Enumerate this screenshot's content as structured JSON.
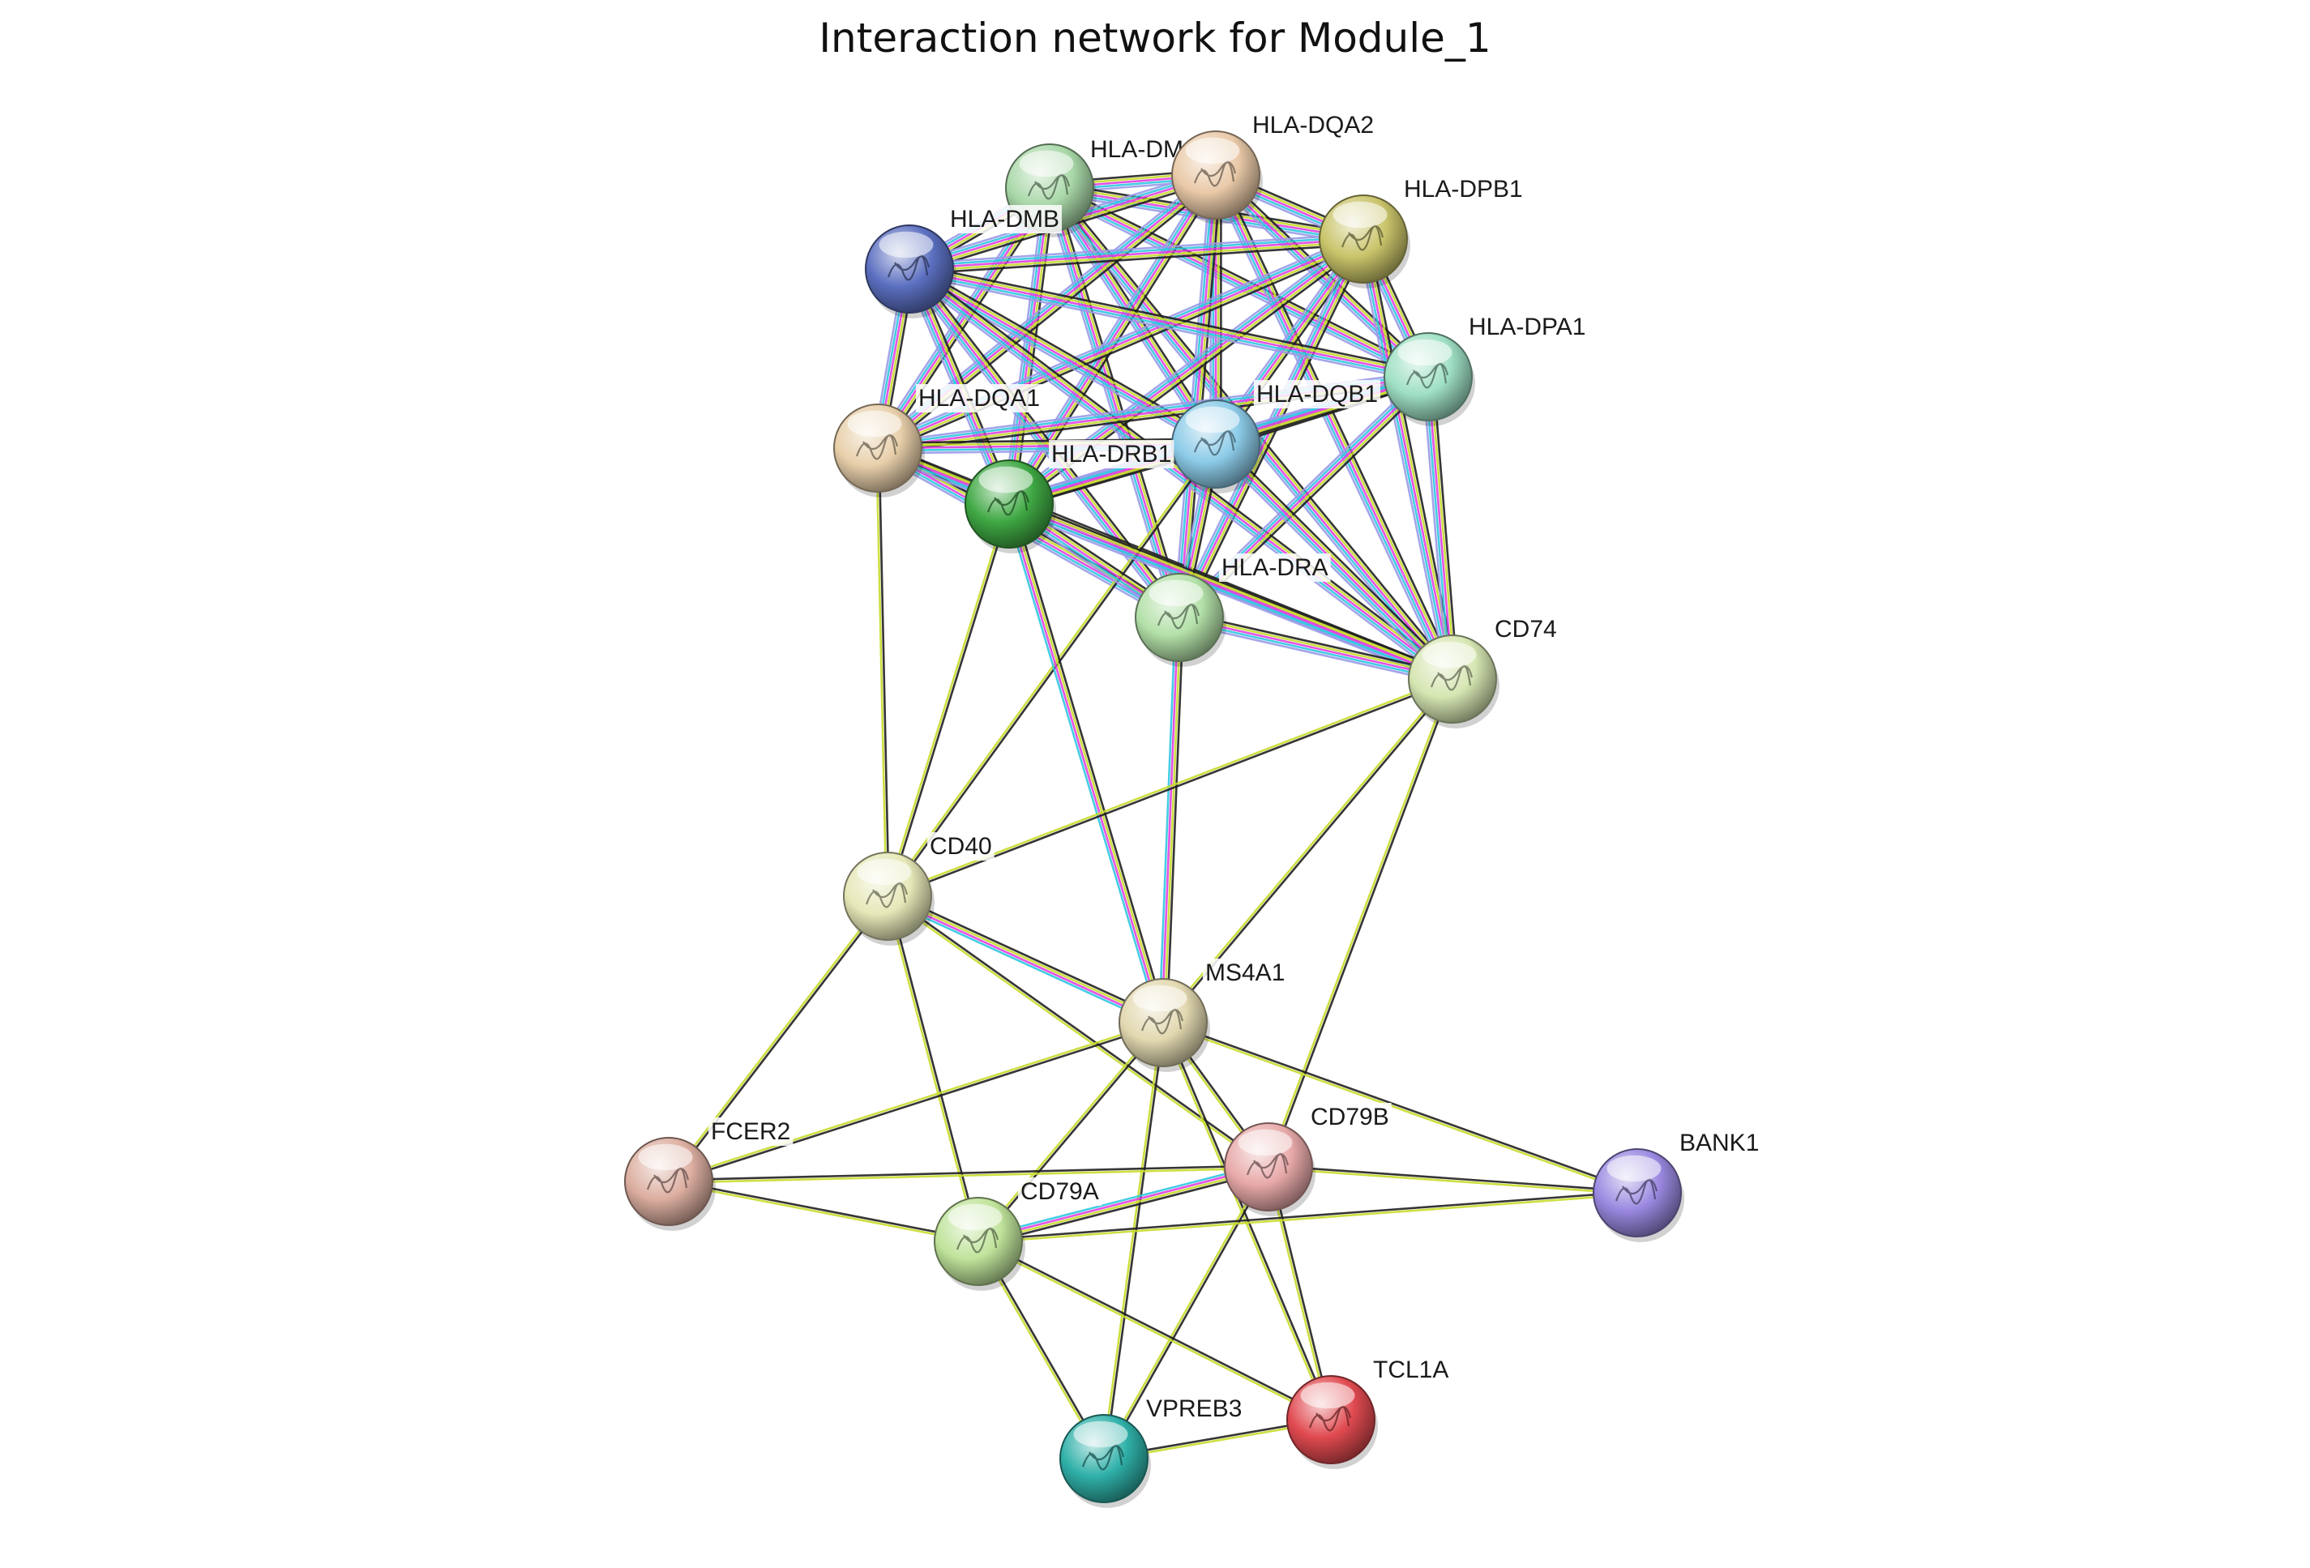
{
  "title": "Interaction network for Module_1",
  "nodes": [
    {
      "id": "HLA-DMA",
      "label": "HLA-DMA",
      "color": "#a9d8a8"
    },
    {
      "id": "HLA-DQA2",
      "label": "HLA-DQA2",
      "color": "#e9c9a8"
    },
    {
      "id": "HLA-DPB1",
      "label": "HLA-DPB1",
      "color": "#c9c46a"
    },
    {
      "id": "HLA-DMB",
      "label": "HLA-DMB",
      "color": "#5b6fc0"
    },
    {
      "id": "HLA-DPA1",
      "label": "HLA-DPA1",
      "color": "#9fe0c4"
    },
    {
      "id": "HLA-DQA1",
      "label": "HLA-DQA1",
      "color": "#e8cfaa"
    },
    {
      "id": "HLA-DQB1",
      "label": "HLA-DQB1",
      "color": "#8ccbe8"
    },
    {
      "id": "HLA-DRB1",
      "label": "HLA-DRB1",
      "color": "#3fa843"
    },
    {
      "id": "HLA-DRA",
      "label": "HLA-DRA",
      "color": "#b3e0a8"
    },
    {
      "id": "CD74",
      "label": "CD74",
      "color": "#d6e6b2"
    },
    {
      "id": "CD40",
      "label": "CD40",
      "color": "#e6e8b8"
    },
    {
      "id": "MS4A1",
      "label": "MS4A1",
      "color": "#e2d8b0"
    },
    {
      "id": "FCER2",
      "label": "FCER2",
      "color": "#dcaea0"
    },
    {
      "id": "CD79B",
      "label": "CD79B",
      "color": "#e8a9a9"
    },
    {
      "id": "BANK1",
      "label": "BANK1",
      "color": "#9a88e0"
    },
    {
      "id": "CD79A",
      "label": "CD79A",
      "color": "#bfe39a"
    },
    {
      "id": "TCL1A",
      "label": "TCL1A",
      "color": "#e04a50"
    },
    {
      "id": "VPREB3",
      "label": "VPREB3",
      "color": "#2fb0a8"
    }
  ],
  "edges": [
    [
      "HLA-DMA",
      "HLA-DQA2"
    ],
    [
      "HLA-DMA",
      "HLA-DPB1"
    ],
    [
      "HLA-DMA",
      "HLA-DMB"
    ],
    [
      "HLA-DMA",
      "HLA-DPA1"
    ],
    [
      "HLA-DMA",
      "HLA-DQA1"
    ],
    [
      "HLA-DMA",
      "HLA-DQB1"
    ],
    [
      "HLA-DMA",
      "HLA-DRB1"
    ],
    [
      "HLA-DMA",
      "HLA-DRA"
    ],
    [
      "HLA-DMA",
      "CD74"
    ],
    [
      "HLA-DQA2",
      "HLA-DPB1"
    ],
    [
      "HLA-DQA2",
      "HLA-DMB"
    ],
    [
      "HLA-DQA2",
      "HLA-DPA1"
    ],
    [
      "HLA-DQA2",
      "HLA-DQA1"
    ],
    [
      "HLA-DQA2",
      "HLA-DQB1"
    ],
    [
      "HLA-DQA2",
      "HLA-DRB1"
    ],
    [
      "HLA-DQA2",
      "HLA-DRA"
    ],
    [
      "HLA-DQA2",
      "CD74"
    ],
    [
      "HLA-DPB1",
      "HLA-DMB"
    ],
    [
      "HLA-DPB1",
      "HLA-DPA1"
    ],
    [
      "HLA-DPB1",
      "HLA-DQA1"
    ],
    [
      "HLA-DPB1",
      "HLA-DQB1"
    ],
    [
      "HLA-DPB1",
      "HLA-DRB1"
    ],
    [
      "HLA-DPB1",
      "HLA-DRA"
    ],
    [
      "HLA-DPB1",
      "CD74"
    ],
    [
      "HLA-DMB",
      "HLA-DPA1"
    ],
    [
      "HLA-DMB",
      "HLA-DQA1"
    ],
    [
      "HLA-DMB",
      "HLA-DQB1"
    ],
    [
      "HLA-DMB",
      "HLA-DRB1"
    ],
    [
      "HLA-DMB",
      "HLA-DRA"
    ],
    [
      "HLA-DMB",
      "CD74"
    ],
    [
      "HLA-DPA1",
      "HLA-DQA1"
    ],
    [
      "HLA-DPA1",
      "HLA-DQB1"
    ],
    [
      "HLA-DPA1",
      "HLA-DRB1"
    ],
    [
      "HLA-DPA1",
      "HLA-DRA"
    ],
    [
      "HLA-DPA1",
      "CD74"
    ],
    [
      "HLA-DQA1",
      "HLA-DQB1"
    ],
    [
      "HLA-DQA1",
      "HLA-DRB1"
    ],
    [
      "HLA-DQA1",
      "HLA-DRA"
    ],
    [
      "HLA-DQA1",
      "CD74"
    ],
    [
      "HLA-DQA1",
      "CD40"
    ],
    [
      "HLA-DQB1",
      "HLA-DRB1"
    ],
    [
      "HLA-DQB1",
      "HLA-DRA"
    ],
    [
      "HLA-DQB1",
      "CD74"
    ],
    [
      "HLA-DQB1",
      "CD40"
    ],
    [
      "HLA-DRB1",
      "HLA-DRA"
    ],
    [
      "HLA-DRB1",
      "CD74"
    ],
    [
      "HLA-DRB1",
      "CD40"
    ],
    [
      "HLA-DRB1",
      "MS4A1"
    ],
    [
      "HLA-DRA",
      "CD74"
    ],
    [
      "HLA-DRA",
      "MS4A1"
    ],
    [
      "CD74",
      "CD40"
    ],
    [
      "CD74",
      "MS4A1"
    ],
    [
      "CD74",
      "CD79B"
    ],
    [
      "CD40",
      "MS4A1"
    ],
    [
      "CD40",
      "FCER2"
    ],
    [
      "CD40",
      "CD79A"
    ],
    [
      "CD40",
      "CD79B"
    ],
    [
      "MS4A1",
      "FCER2"
    ],
    [
      "MS4A1",
      "CD79A"
    ],
    [
      "MS4A1",
      "CD79B"
    ],
    [
      "MS4A1",
      "BANK1"
    ],
    [
      "MS4A1",
      "TCL1A"
    ],
    [
      "MS4A1",
      "VPREB3"
    ],
    [
      "FCER2",
      "CD79B"
    ],
    [
      "FCER2",
      "CD79A"
    ],
    [
      "CD79B",
      "CD79A"
    ],
    [
      "CD79B",
      "BANK1"
    ],
    [
      "CD79B",
      "TCL1A"
    ],
    [
      "CD79B",
      "VPREB3"
    ],
    [
      "CD79A",
      "BANK1"
    ],
    [
      "CD79A",
      "VPREB3"
    ],
    [
      "CD79A",
      "TCL1A"
    ],
    [
      "VPREB3",
      "TCL1A"
    ]
  ],
  "edge_colors": [
    "#1f1f1f",
    "#c8dc2c",
    "#e040e0",
    "#30c8e0",
    "#9a9ae8",
    "#3050e0"
  ]
}
